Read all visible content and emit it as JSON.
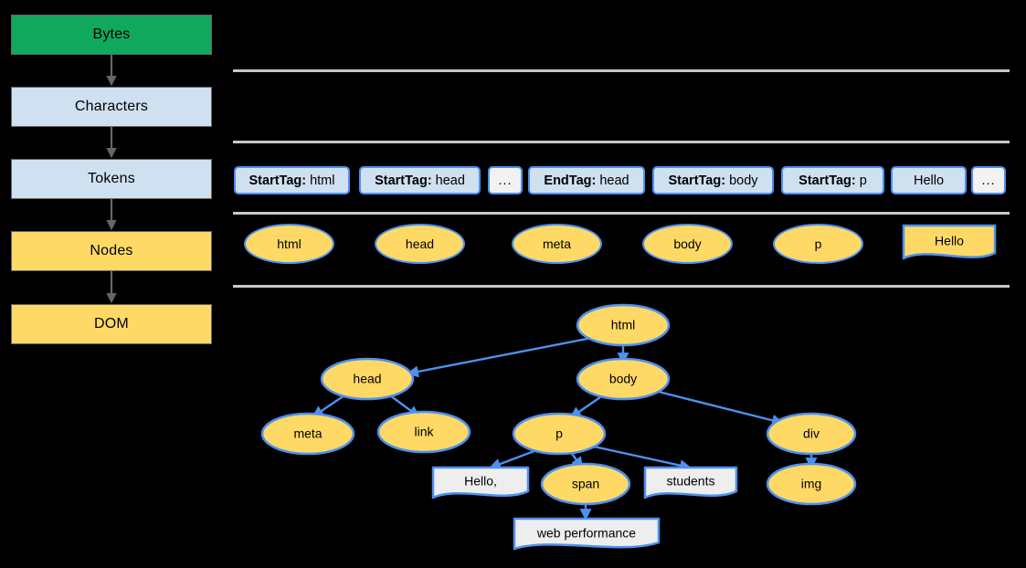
{
  "diagram": {
    "title": "HTML parsing pipeline and DOM construction",
    "colors": {
      "background": "#000000",
      "green": "#10A85C",
      "light_blue": "#CFE0F0",
      "amber": "#FFD966",
      "node_border_blue": "#4D90F0",
      "arrow_blue": "#4D90F0",
      "pipeline_arrow_gray": "#666666",
      "divider_gray": "#C8C8C8",
      "text_node_fill": "#EEEEEE"
    }
  },
  "pipeline": {
    "steps": [
      {
        "label": "Bytes",
        "style": "green"
      },
      {
        "label": "Characters",
        "style": "blue"
      },
      {
        "label": "Tokens",
        "style": "blue"
      },
      {
        "label": "Nodes",
        "style": "amber"
      },
      {
        "label": "DOM",
        "style": "amber"
      }
    ]
  },
  "tokens": {
    "items": [
      {
        "prefix": "StartTag:",
        "value": "html",
        "kind": "tag"
      },
      {
        "prefix": "StartTag:",
        "value": "head",
        "kind": "tag"
      },
      {
        "prefix": "",
        "value": "...",
        "kind": "ellipsis"
      },
      {
        "prefix": "EndTag:",
        "value": "head",
        "kind": "tag"
      },
      {
        "prefix": "StartTag:",
        "value": "body",
        "kind": "tag"
      },
      {
        "prefix": "StartTag:",
        "value": "p",
        "kind": "tag"
      },
      {
        "prefix": "",
        "value": "Hello",
        "kind": "text"
      },
      {
        "prefix": "",
        "value": "...",
        "kind": "ellipsis"
      }
    ]
  },
  "nodes_row": {
    "items": [
      {
        "label": "html",
        "shape": "ellipse"
      },
      {
        "label": "head",
        "shape": "ellipse"
      },
      {
        "label": "meta",
        "shape": "ellipse"
      },
      {
        "label": "body",
        "shape": "ellipse"
      },
      {
        "label": "p",
        "shape": "ellipse"
      },
      {
        "label": "Hello",
        "shape": "document"
      }
    ]
  },
  "dom_tree": {
    "nodes": [
      {
        "id": "html",
        "label": "html",
        "shape": "ellipse"
      },
      {
        "id": "head",
        "label": "head",
        "shape": "ellipse"
      },
      {
        "id": "body",
        "label": "body",
        "shape": "ellipse"
      },
      {
        "id": "meta",
        "label": "meta",
        "shape": "ellipse"
      },
      {
        "id": "link",
        "label": "link",
        "shape": "ellipse"
      },
      {
        "id": "p",
        "label": "p",
        "shape": "ellipse"
      },
      {
        "id": "div",
        "label": "div",
        "shape": "ellipse"
      },
      {
        "id": "hello",
        "label": "Hello,",
        "shape": "document"
      },
      {
        "id": "span",
        "label": "span",
        "shape": "ellipse"
      },
      {
        "id": "students",
        "label": "students",
        "shape": "document"
      },
      {
        "id": "img",
        "label": "img",
        "shape": "ellipse"
      },
      {
        "id": "web_performance",
        "label": "web performance",
        "shape": "document"
      }
    ],
    "edges": [
      {
        "from": "html",
        "to": "head"
      },
      {
        "from": "html",
        "to": "body"
      },
      {
        "from": "head",
        "to": "meta"
      },
      {
        "from": "head",
        "to": "link"
      },
      {
        "from": "body",
        "to": "p"
      },
      {
        "from": "body",
        "to": "div"
      },
      {
        "from": "p",
        "to": "hello"
      },
      {
        "from": "p",
        "to": "span"
      },
      {
        "from": "p",
        "to": "students"
      },
      {
        "from": "div",
        "to": "img"
      },
      {
        "from": "span",
        "to": "web_performance"
      }
    ]
  }
}
